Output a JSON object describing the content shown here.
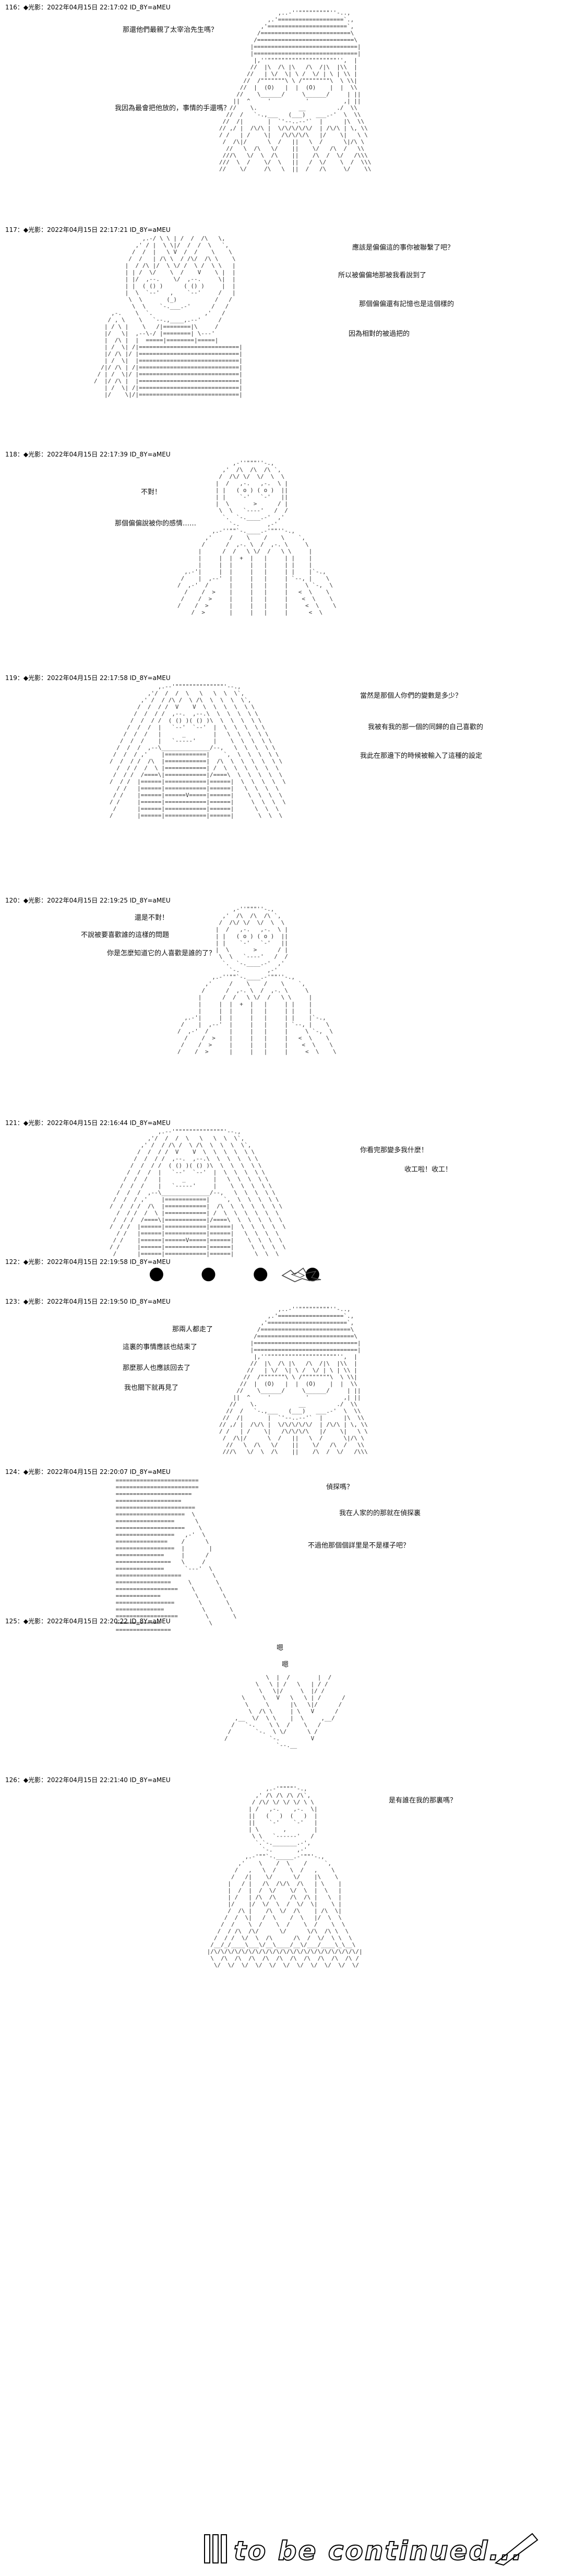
{
  "posts": [
    {
      "header": "116：◆光影：2022年04月15日 22:17:02 ID_8Y=aMEU",
      "lines": [
        "那還他們最親了太宰治先生嗎？",
        "我因為最會把他放的，事情的手還嗎？"
      ]
    },
    {
      "header": "117：◆光影：2022年04月15日 22:17:21 ID_8Y=aMEU",
      "lines": [
        "應該是偏偏這的事你被聯繫了吧？",
        "所以被偏偏地那被我看說到了",
        "那個偏偏還有記憶也是這個樣的",
        "因為相對的被過把的"
      ]
    },
    {
      "header": "118：◆光影：2022年04月15日 22:17:39 ID_8Y=aMEU",
      "lines": [
        "不對！",
        "那個偏偏說被你的感情……"
      ]
    },
    {
      "header": "119：◆光影：2022年04月15日 22:17:58 ID_8Y=aMEU",
      "lines": [
        "當然是那個人你們的變數是多少？",
        "我被有我的那一個的同歸的自己喜歡的",
        "我此在那邊下的時候被輸入了這種的設定"
      ]
    },
    {
      "header": "120：◆光影：2022年04月15日 22:19:25 ID_8Y=aMEU",
      "lines": [
        "還是不對！",
        "不說被要喜歡誰的這樣的問題",
        "你是怎麼知道它的人喜歡是誰的了？"
      ]
    },
    {
      "header": "121：◆光影：2022年04月15日 22:16:44 ID_8Y=aMEU",
      "lines": [
        "你看完那變多我什麼！",
        "收工啦！收工！"
      ]
    },
    {
      "header": "122：◆光影：2022年04月15日 22:19:58 ID_8Y=aMEU",
      "lines": [
        "●　●　●　●"
      ]
    },
    {
      "header": "123：◆光影：2022年04月15日 22:19:50 ID_8Y=aMEU",
      "lines": [
        "那兩人都走了",
        "這裏的事情應該也結束了",
        "那麼那人也應該回去了",
        "我也關下就再見了"
      ]
    },
    {
      "header": "124：◆光影：2022年04月15日 22:20:07 ID_8Y=aMEU",
      "lines": [
        "偵探嗎？",
        "我在人家的的那就在偵探裏",
        "不過他那個個詳里是不是樣子吧？"
      ]
    },
    {
      "header": "125：◆光影：2022年04月15日 22:20:22 ID_8Y=aMEU",
      "lines": [
        "嗯",
        "嗯"
      ]
    },
    {
      "header": "126：◆光影：2022年04月15日 22:21:40 ID_8Y=aMEU",
      "lines": [
        "是有誰在我的那裏嗎？"
      ]
    }
  ],
  "banner": {
    "text": "to be continued..."
  }
}
